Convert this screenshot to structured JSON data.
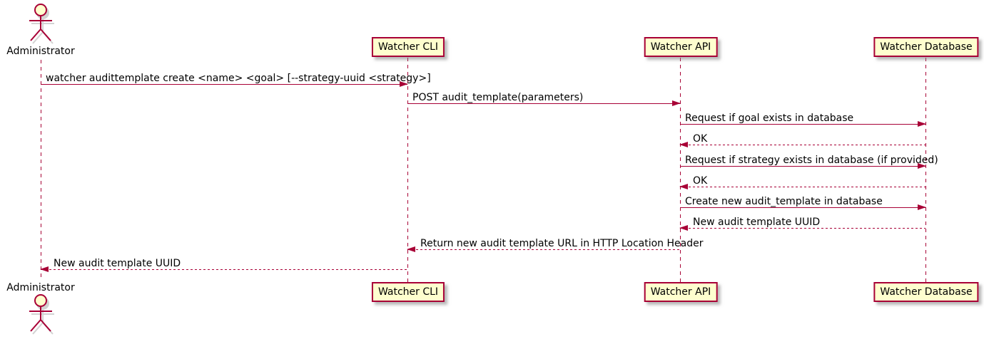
{
  "diagram_type": "uml-sequence-diagram",
  "colors": {
    "line": "#A80036",
    "participant_fill": "#FEFECE",
    "text": "#000000",
    "background": "#FFFFFF"
  },
  "actor": {
    "name": "Administrator"
  },
  "participants": [
    {
      "name": "Watcher CLI"
    },
    {
      "name": "Watcher API"
    },
    {
      "name": "Watcher Database"
    }
  ],
  "messages": [
    {
      "text": "watcher audittemplate create <name> <goal> [--strategy-uuid <strategy>]",
      "from": "Administrator",
      "to": "Watcher CLI",
      "line": "solid"
    },
    {
      "text": "POST audit_template(parameters)",
      "from": "Watcher CLI",
      "to": "Watcher API",
      "line": "solid"
    },
    {
      "text": "Request if goal exists in database",
      "from": "Watcher API",
      "to": "Watcher Database",
      "line": "solid"
    },
    {
      "text": "OK",
      "from": "Watcher Database",
      "to": "Watcher API",
      "line": "dashed"
    },
    {
      "text": "Request if strategy exists in database (if provided)",
      "from": "Watcher API",
      "to": "Watcher Database",
      "line": "solid"
    },
    {
      "text": "OK",
      "from": "Watcher Database",
      "to": "Watcher API",
      "line": "dashed"
    },
    {
      "text": "Create new audit_template in database",
      "from": "Watcher API",
      "to": "Watcher Database",
      "line": "solid"
    },
    {
      "text": "New audit template UUID",
      "from": "Watcher Database",
      "to": "Watcher API",
      "line": "dashed"
    },
    {
      "text": "Return new audit template URL in HTTP Location Header",
      "from": "Watcher API",
      "to": "Watcher CLI",
      "line": "dashed"
    },
    {
      "text": "New audit template UUID",
      "from": "Watcher CLI",
      "to": "Administrator",
      "line": "dashed"
    }
  ]
}
